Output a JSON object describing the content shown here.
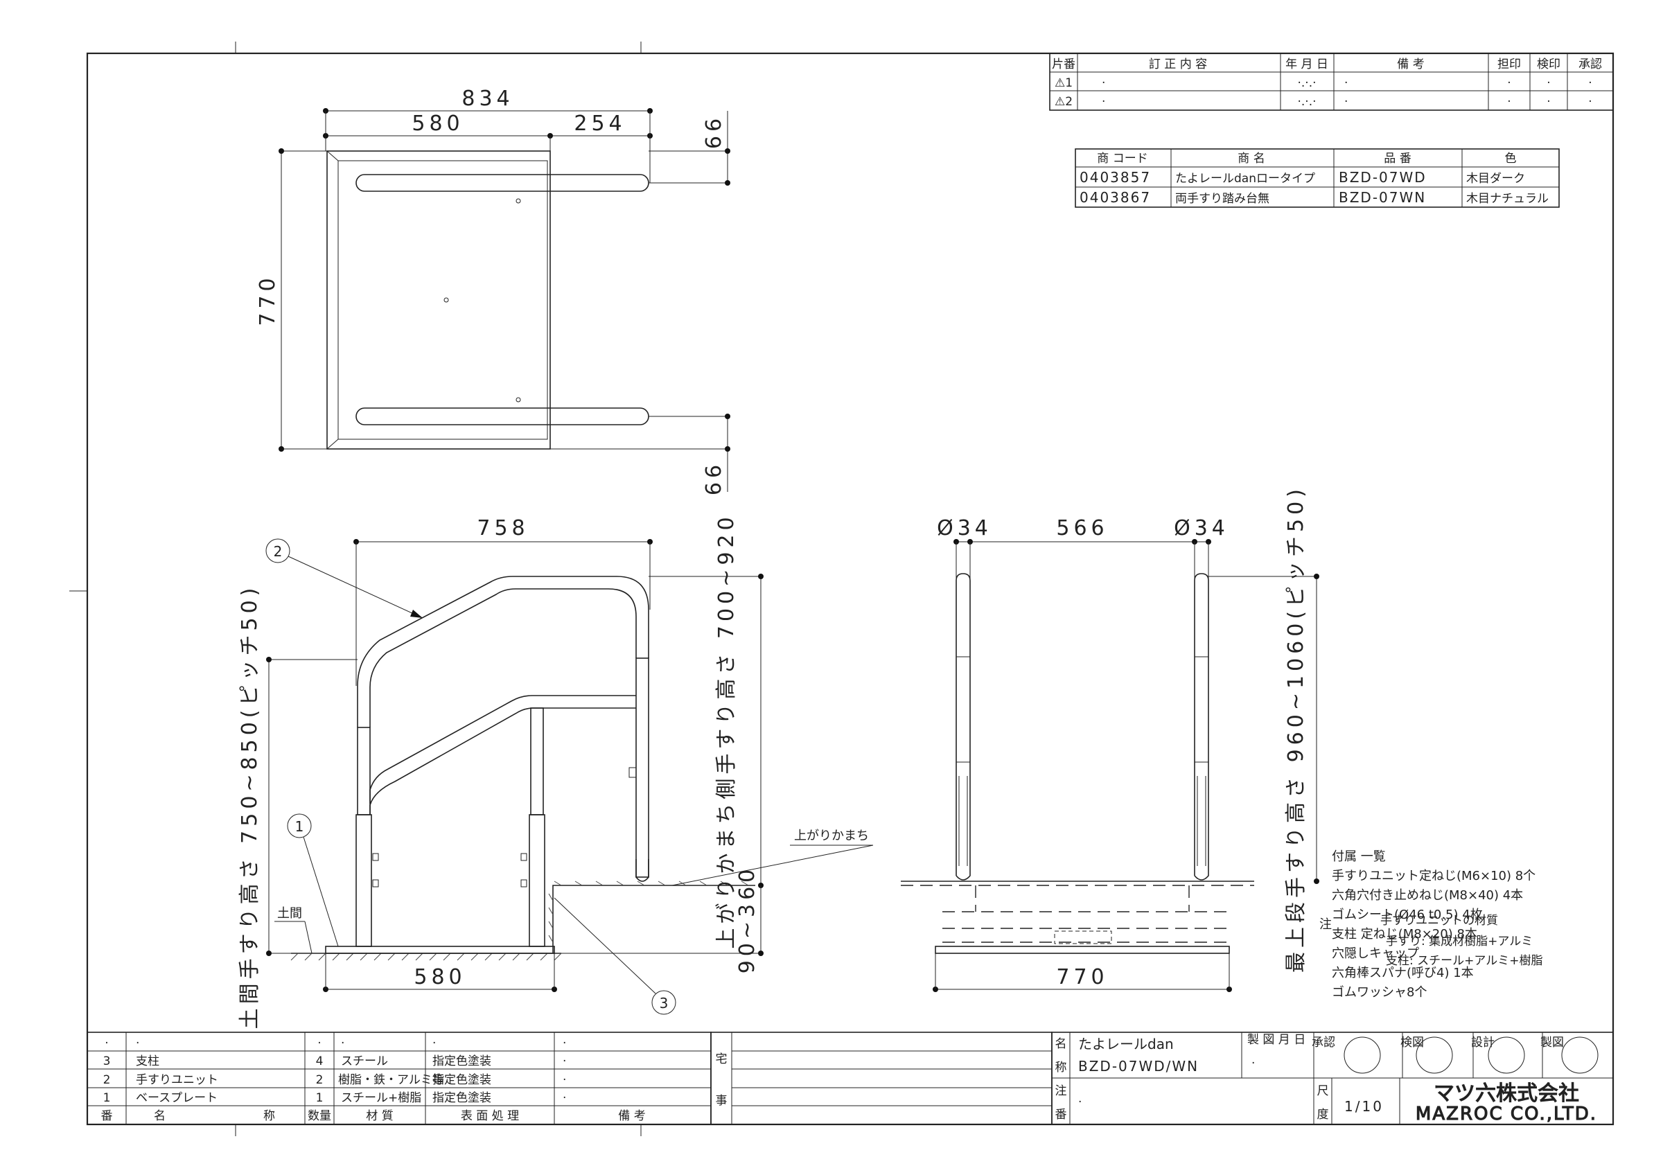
{
  "revision_table": {
    "headers": [
      "片番",
      "訂 正 内 容",
      "年 月 日",
      "備 考",
      "担印",
      "検印",
      "承認"
    ],
    "rows": [
      {
        "mark": "⚠1",
        "content": "·",
        "date": "·.·.·",
        "note": "·",
        "s1": "·",
        "s2": "·",
        "s3": "·"
      },
      {
        "mark": "⚠2",
        "content": "·",
        "date": "·.·.·",
        "note": "·",
        "s1": "·",
        "s2": "·",
        "s3": "·"
      }
    ]
  },
  "product_table": {
    "headers": [
      "商 コード",
      "商 名",
      "品 番",
      "色"
    ],
    "rows": [
      {
        "code": "0403857",
        "name": "たよレールdanロータイプ",
        "part": "BZD-07WD",
        "color": "木目ダーク"
      },
      {
        "code": "0403867",
        "name": "両手すり踏み台無",
        "part": "BZD-07WN",
        "color": "木目ナチュラル"
      }
    ]
  },
  "dimensions": {
    "top_total": "834",
    "top_left": "580",
    "top_right": "254",
    "top_off_upper": "66",
    "top_off_lower": "66",
    "top_depth": "770",
    "side_width": "758",
    "side_base": "580",
    "side_h_left": "土間手すり高さ 750~850(ピッチ50)",
    "side_h_right": "上がりかまち側手すり高さ 700~920",
    "side_step": "90~360",
    "front_d1": "Ø34",
    "front_mid": "566",
    "front_d2": "Ø34",
    "front_base": "770",
    "front_h": "最上段手すり高さ 960~1060(ピッチ50)"
  },
  "labels": {
    "callout_2": "2",
    "callout_1": "1",
    "callout_3": "3",
    "doma": "土間",
    "agari": "上がりかまち",
    "chu": "注"
  },
  "accessories": {
    "title": "付属 一覧",
    "items": [
      "手すりユニット定ねじ(M6×10) 8个",
      "六角穴付き止めねじ(M8×40) 4本",
      "ゴムシート(Ø46 t0.5) 4枚",
      "支柱 定ねじ(M8×20) 8本",
      "穴隠しキャップ",
      "六角棒スパナ(呼び4) 1本",
      "ゴムワッシャ8个"
    ],
    "notes": [
      "手すりユニットの材質",
      "手すり: 集成材樹脂+アルミ",
      "支柱: スチール+アルミ+樹脂"
    ]
  },
  "parts_table": {
    "headers": [
      "番",
      "名",
      "称",
      "数量",
      "材 質",
      "表 面 処 理",
      "備 考"
    ],
    "rows": [
      {
        "no": "·",
        "name": "·",
        "qty": "·",
        "material": "·",
        "finish": "·",
        "note": "·"
      },
      {
        "no": "3",
        "name": "支柱",
        "qty": "4",
        "material": "スチール",
        "finish": "指定色塗装",
        "note": "·"
      },
      {
        "no": "2",
        "name": "手すりユニット",
        "qty": "2",
        "material": "樹脂・鉄・アルミ等",
        "finish": "指定色塗装",
        "note": "·"
      },
      {
        "no": "1",
        "name": "ベースプレート",
        "qty": "1",
        "material": "スチール+樹脂",
        "finish": "指定色塗装",
        "note": "·"
      }
    ]
  },
  "title_block": {
    "side_chars": [
      "宅",
      "事"
    ],
    "name_label": "名",
    "name_label2": "称",
    "name_value": "たよレールdan",
    "part_value": "BZD-07WD/WN",
    "order_label": "注",
    "order_label2": "番",
    "order_value": "·",
    "date_label": "製 図 月 日",
    "date_value": "·",
    "scale_label": "尺",
    "scale_label2": "度",
    "scale_value": "1/10",
    "stamps": [
      "承認",
      "検図",
      "設計",
      "製図"
    ],
    "company_jp": "マツ六株式会社",
    "company_en": "MAZROC CO.,LTD."
  }
}
